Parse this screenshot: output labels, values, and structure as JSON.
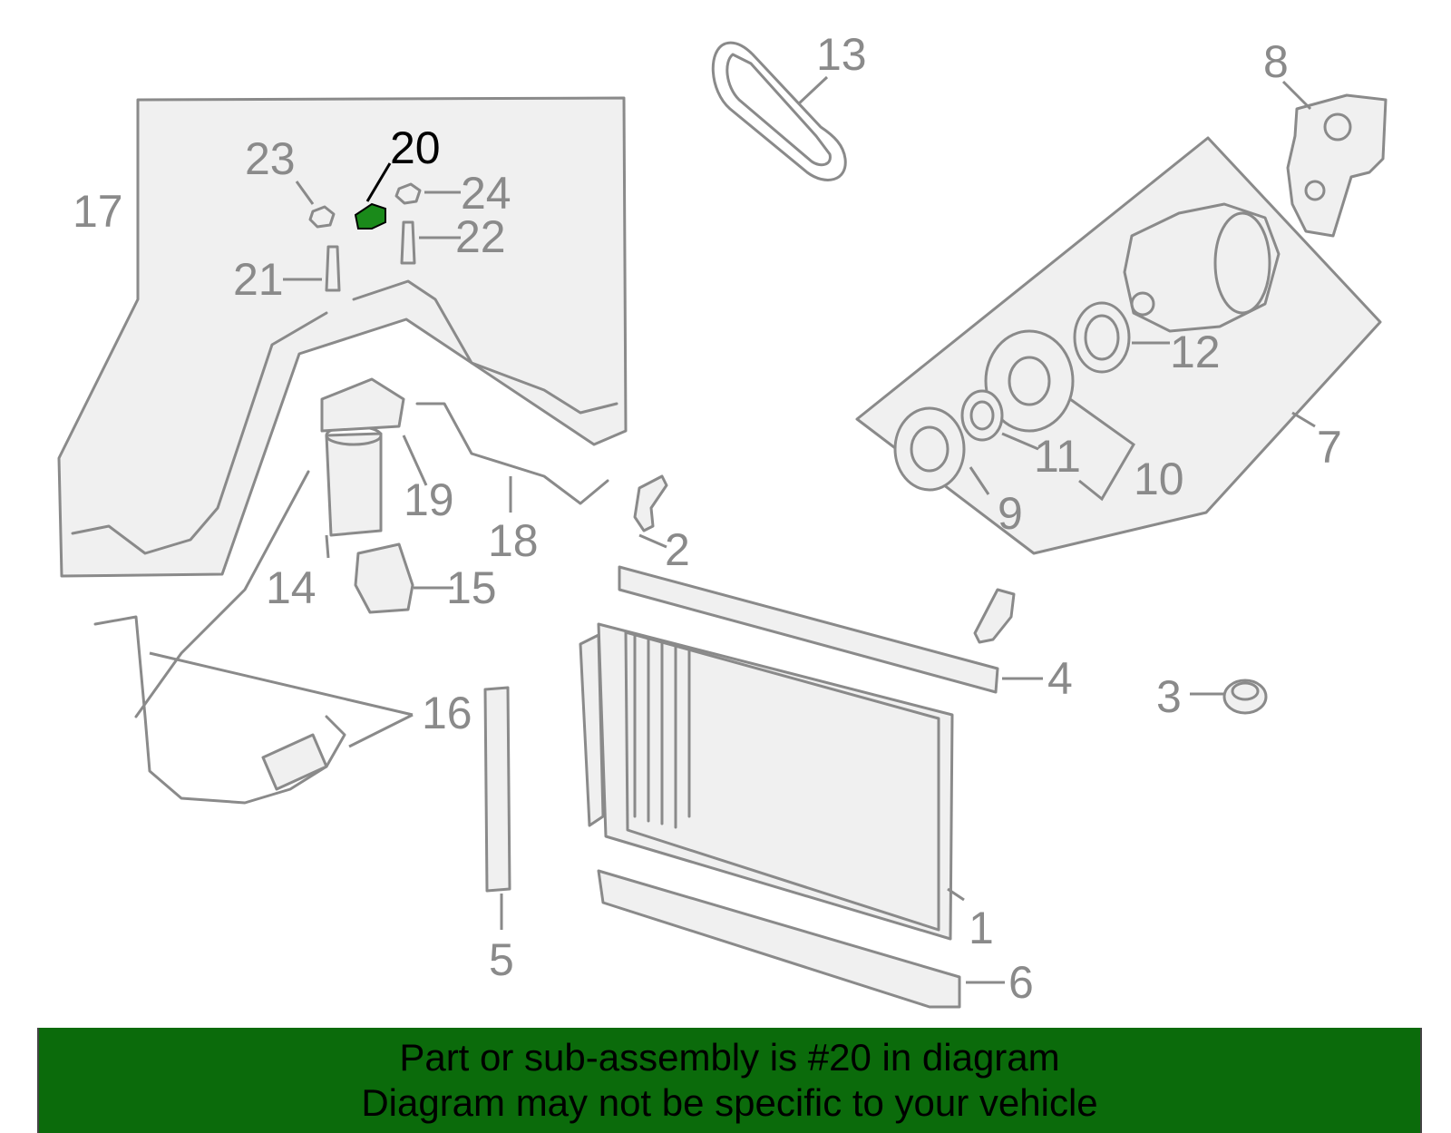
{
  "colors": {
    "part_stroke": "#8a8a8a",
    "highlight_fill": "#1a8a1a",
    "highlight_text": "#000000",
    "banner_bg": "#0b6b0b",
    "shaded_region": "#f0f0f0"
  },
  "highlighted_callout": "20",
  "callouts": {
    "c1": "1",
    "c2": "2",
    "c3": "3",
    "c4": "4",
    "c5": "5",
    "c6": "6",
    "c7": "7",
    "c8": "8",
    "c9": "9",
    "c10": "10",
    "c11": "11",
    "c12": "12",
    "c13": "13",
    "c14": "14",
    "c15": "15",
    "c16": "16",
    "c17": "17",
    "c18": "18",
    "c19": "19",
    "c20": "20",
    "c21": "21",
    "c22": "22",
    "c23": "23",
    "c24": "24"
  },
  "banner": {
    "line1": "Part or sub-assembly is #20 in diagram",
    "line2": "Diagram may not be specific to your vehicle"
  }
}
